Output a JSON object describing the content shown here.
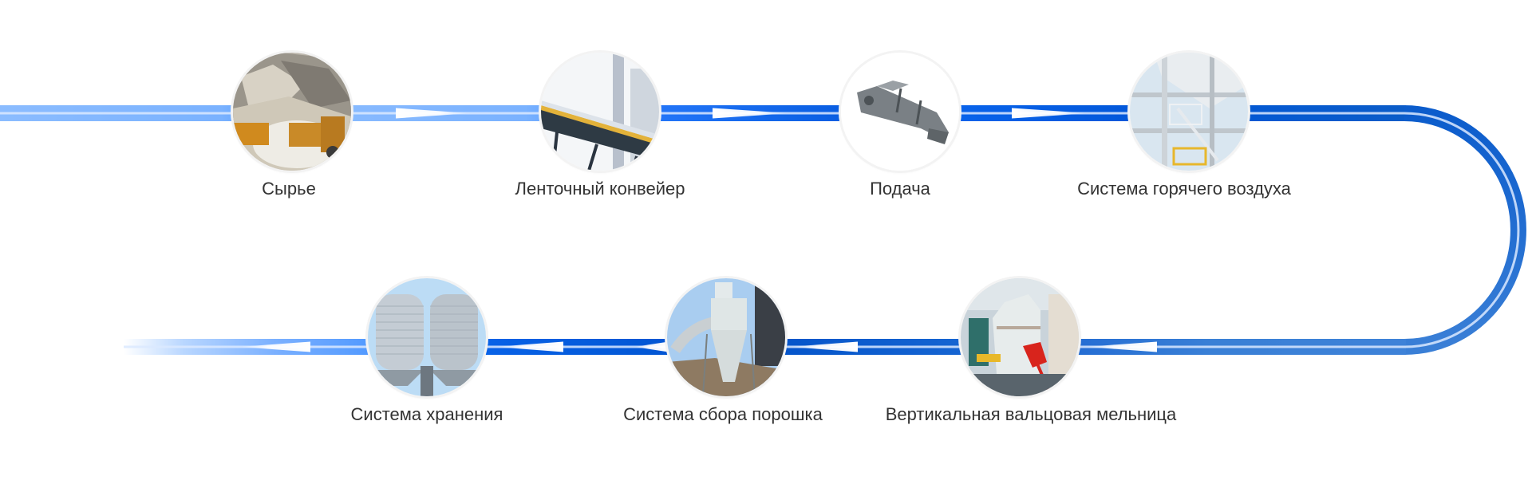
{
  "diagram": {
    "type": "process-flow",
    "direction": "left-to-right on top row, U-turn on the right, right-to-left on bottom row",
    "colors": {
      "pipe_light": "#8bbcff",
      "pipe_mid": "#3a8cff",
      "pipe_strong": "#0a5fe0",
      "pipe_dark": "#0050c8",
      "pipe_return": "#2a74d4",
      "pipe_highlight": "#dbe9ff",
      "arrow": "#ffffff",
      "label_text": "#333333"
    },
    "steps": [
      {
        "id": 1,
        "label": "Сырье",
        "image": "quarry-trucks-photo",
        "row": "top"
      },
      {
        "id": 2,
        "label": "Ленточный конвейер",
        "image": "belt-conveyor-photo",
        "row": "top"
      },
      {
        "id": 3,
        "label": "Подача",
        "image": "vibrating-feeder-render",
        "row": "top"
      },
      {
        "id": 4,
        "label": "Система горячего воздуха",
        "image": "hot-air-structure-photo",
        "row": "top"
      },
      {
        "id": 5,
        "label": "Вертикальная вальцовая мельница",
        "image": "vertical-roller-mill-photo",
        "row": "bottom"
      },
      {
        "id": 6,
        "label": "Система сбора порошка",
        "image": "cyclone-dust-collector-photo",
        "row": "bottom"
      },
      {
        "id": 7,
        "label": "Система хранения",
        "image": "storage-silos-photo",
        "row": "bottom"
      }
    ],
    "connections": [
      {
        "from": "start",
        "to": 1
      },
      {
        "from": 1,
        "to": 2
      },
      {
        "from": 2,
        "to": 3
      },
      {
        "from": 3,
        "to": 4
      },
      {
        "from": 4,
        "to": 5
      },
      {
        "from": 5,
        "to": 6
      },
      {
        "from": 6,
        "to": 7
      },
      {
        "from": 7,
        "to": "end"
      }
    ]
  }
}
